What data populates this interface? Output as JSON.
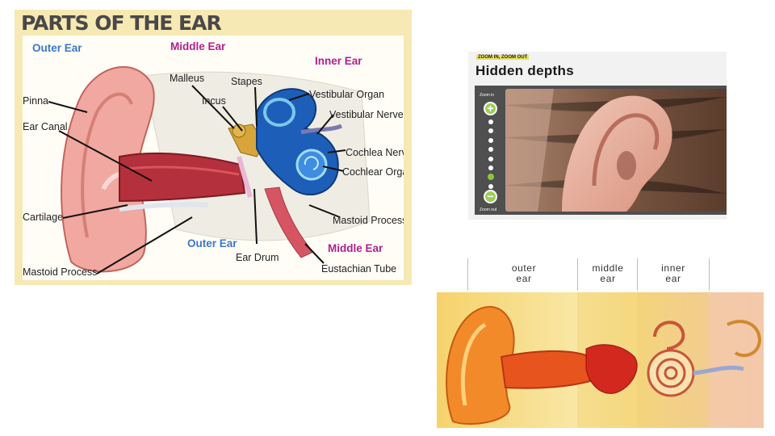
{
  "diagram": {
    "title": "PARTS OF THE EAR",
    "sections": {
      "outer_ear_top": "Outer Ear",
      "middle_ear_top": "Middle Ear",
      "inner_ear": "Inner Ear",
      "outer_ear_bottom": "Outer Ear",
      "middle_ear_bottom": "Middle Ear"
    },
    "labels": {
      "pinna": "Pinna",
      "ear_canal": "Ear Canal",
      "cartilage": "Cartilage",
      "mastoid_process_left": "Mastoid Process",
      "malleus": "Malleus",
      "incus": "Incus",
      "stapes": "Stapes",
      "vestibular_organ": "Vestibular Organ",
      "vestibular_nerve": "Vestibular Nerve",
      "cochlea_nerve": "Cochlea Nerve",
      "cochlear_organ": "Cochlear Organ",
      "mastoid_process_right": "Mastoid Process",
      "ear_drum": "Ear Drum",
      "eustachian_tube": "Eustachian Tube"
    },
    "colors": {
      "section_blue": "#3b78c9",
      "section_purple": "#b0208f",
      "frame": "#f6e9b3"
    }
  },
  "zoom_widget": {
    "kicker": "ZOOM IN, ZOOM OUT",
    "title": "Hidden depths",
    "zoom_in_label": "Zoom in",
    "zoom_out_label": "Zoom out",
    "zoom_in_icon": "+",
    "zoom_out_icon": "−",
    "zoom_steps": 8,
    "active_step": 7,
    "accent": "#8cc63f"
  },
  "sections_figure": {
    "outer_line1": "outer",
    "outer_line2": "ear",
    "middle_line1": "middle",
    "middle_line2": "ear",
    "inner_line1": "inner",
    "inner_line2": "ear"
  }
}
